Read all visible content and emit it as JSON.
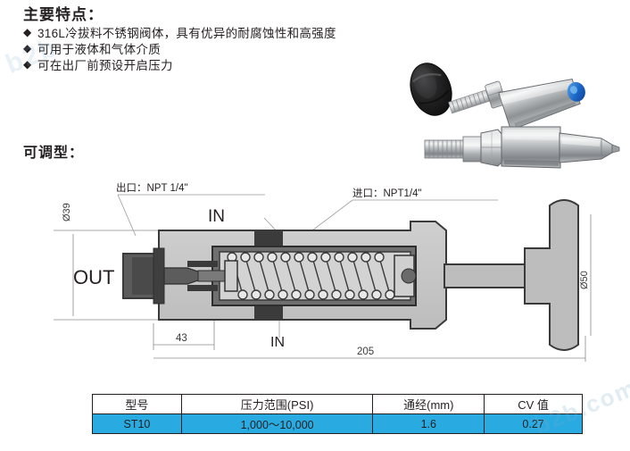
{
  "features": {
    "heading": "主要特点：",
    "bullet_glyph": "◆",
    "items": [
      "316L冷拔料不锈钢阀体，具有优异的耐腐蚀性和高强度",
      "可用于液体和气体介质",
      "可在出厂前预设开启压力"
    ]
  },
  "section": {
    "title": "可调型："
  },
  "photos": [
    {
      "name": "adjustable-valve-with-knob",
      "caption": ""
    },
    {
      "name": "npt-threaded-valve-body",
      "caption": ""
    }
  ],
  "drawing": {
    "labels": {
      "outlet": "出口：NPT 1/4\"",
      "inlet": "进口：NPT1/4\"",
      "out": "OUT",
      "in_top": "IN",
      "in_bottom": "IN",
      "dia_left": "Ø39",
      "dia_right": "Ø50",
      "dim_43": "43",
      "dim_205": "205"
    }
  },
  "table": {
    "headers": [
      "型号",
      "压力范围(PSI)",
      "通经(mm)",
      "CV 值"
    ],
    "header_units": [
      "",
      "(PSI)",
      "(mm)",
      ""
    ],
    "rows": [
      {
        "model": "ST10",
        "pressure_range": "1,000～10,000",
        "bore": "1.6",
        "cv": "0.27"
      }
    ],
    "row_color": "#29abe2",
    "border_color": "#231f20"
  },
  "watermarks": {
    "left": "b2b",
    "right": "b2b.com"
  }
}
